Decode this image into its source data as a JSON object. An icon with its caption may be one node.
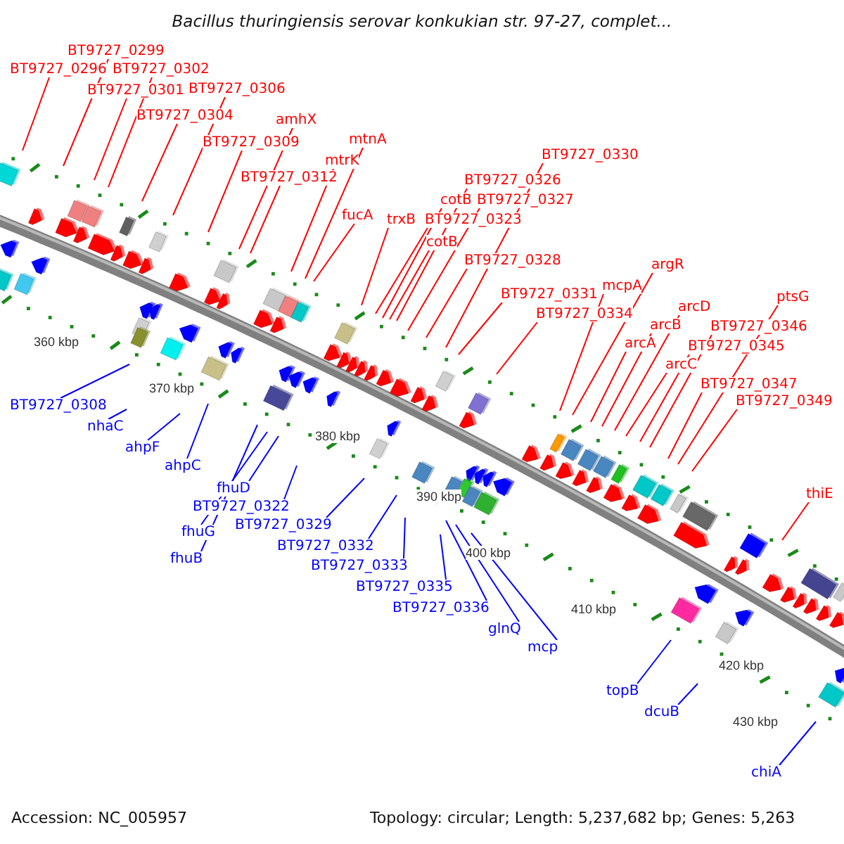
{
  "diagram": {
    "title": "Bacillus thuringiensis serovar konkukian str. 97-27, complet...",
    "nodes": [
      {
        "text": [
          "BT9727_0299"
        ]
      },
      {
        "text": [
          "BT9727_0296"
        ]
      },
      {
        "text": [
          "BT9727_0302"
        ]
      },
      {
        "text": [
          "BT9727_0301"
        ]
      },
      {
        "text": [
          "BT9727_0306"
        ]
      },
      {
        "text": [
          "BT9727_0304"
        ]
      },
      {
        "text": [
          "amhX"
        ]
      },
      {
        "text": [
          "BT9727_0309"
        ]
      },
      {
        "text": [
          "mtnA"
        ]
      },
      {
        "text": [
          "mtrK"
        ]
      },
      {
        "text": [
          "BT9727_0312"
        ]
      },
      {
        "text": [
          "fucA"
        ]
      },
      {
        "text": [
          "trxB"
        ]
      },
      {
        "text": [
          "BT9727_0330"
        ]
      },
      {
        "text": [
          "BT9727_0326"
        ]
      },
      {
        "text": [
          "cotB"
        ]
      },
      {
        "text": [
          "BT9727_0327"
        ]
      },
      {
        "text": [
          "BT9727_0323"
        ]
      },
      {
        "text": [
          "cotB"
        ]
      },
      {
        "text": [
          "BT9727_0328"
        ]
      },
      {
        "text": [
          "argR"
        ]
      },
      {
        "text": [
          "mcpA"
        ]
      },
      {
        "text": [
          "BT9727_0331"
        ]
      },
      {
        "text": [
          "BT9727_0334"
        ]
      },
      {
        "text": [
          "arcD"
        ]
      },
      {
        "text": [
          "ptsG"
        ]
      },
      {
        "text": [
          "arcB"
        ]
      },
      {
        "text": [
          "BT9727_0346"
        ]
      },
      {
        "text": [
          "arcA"
        ]
      },
      {
        "text": [
          "BT9727_0345"
        ]
      },
      {
        "text": [
          "arcC"
        ]
      },
      {
        "text": [
          "BT9727_0347"
        ]
      },
      {
        "text": [
          "BT9727_0349"
        ]
      },
      {
        "text": [
          "thiE"
        ]
      },
      {
        "text": [
          "BT9727_0308"
        ]
      },
      {
        "text": [
          "nhaC"
        ]
      },
      {
        "text": [
          "ahpF"
        ]
      },
      {
        "text": [
          "ahpC"
        ]
      },
      {
        "text": [
          "fhuD"
        ]
      },
      {
        "text": [
          "BT9727_0322"
        ]
      },
      {
        "text": [
          "BT9727_0329"
        ]
      },
      {
        "text": [
          "fhuG"
        ]
      },
      {
        "text": [
          "BT9727_0332"
        ]
      },
      {
        "text": [
          "fhuB"
        ]
      },
      {
        "text": [
          "BT9727_0333"
        ]
      },
      {
        "text": [
          "BT9727_0335"
        ]
      },
      {
        "text": [
          "BT9727_0336"
        ]
      },
      {
        "text": [
          "glnQ"
        ]
      },
      {
        "text": [
          "mcp"
        ]
      },
      {
        "text": [
          "topB"
        ]
      },
      {
        "text": [
          "dcuB"
        ]
      },
      {
        "text": [
          "chiA"
        ]
      }
    ],
    "edges": [
      {
        "from": 0,
        "to": null,
        "arrow": "none"
      },
      {
        "from": 1,
        "to": null,
        "arrow": "none"
      },
      {
        "from": 2,
        "to": null,
        "arrow": "none"
      },
      {
        "from": 3,
        "to": null,
        "arrow": "none"
      },
      {
        "from": 4,
        "to": null,
        "arrow": "none"
      },
      {
        "from": 5,
        "to": null,
        "arrow": "none"
      },
      {
        "from": 6,
        "to": null,
        "arrow": "none"
      },
      {
        "from": 7,
        "to": null,
        "arrow": "none"
      },
      {
        "from": 8,
        "to": null,
        "arrow": "none"
      },
      {
        "from": 9,
        "to": null,
        "arrow": "none"
      },
      {
        "from": 10,
        "to": null,
        "arrow": "none"
      },
      {
        "from": 11,
        "to": null,
        "arrow": "none"
      },
      {
        "from": 12,
        "to": null,
        "arrow": "none"
      },
      {
        "from": 13,
        "to": null,
        "arrow": "none"
      },
      {
        "from": 14,
        "to": null,
        "arrow": "none"
      },
      {
        "from": 15,
        "to": null,
        "arrow": "none"
      },
      {
        "from": 16,
        "to": null,
        "arrow": "none"
      },
      {
        "from": 17,
        "to": null,
        "arrow": "none"
      },
      {
        "from": 18,
        "to": null,
        "arrow": "none"
      },
      {
        "from": 19,
        "to": null,
        "arrow": "none"
      },
      {
        "from": 20,
        "to": null,
        "arrow": "none"
      },
      {
        "from": 21,
        "to": null,
        "arrow": "none"
      },
      {
        "from": 22,
        "to": null,
        "arrow": "none"
      },
      {
        "from": 23,
        "to": null,
        "arrow": "none"
      },
      {
        "from": 24,
        "to": null,
        "arrow": "none"
      },
      {
        "from": 25,
        "to": null,
        "arrow": "none"
      },
      {
        "from": 26,
        "to": null,
        "arrow": "none"
      },
      {
        "from": 27,
        "to": null,
        "arrow": "none"
      },
      {
        "from": 28,
        "to": null,
        "arrow": "none"
      },
      {
        "from": 29,
        "to": null,
        "arrow": "none"
      },
      {
        "from": 30,
        "to": null,
        "arrow": "none"
      },
      {
        "from": 31,
        "to": null,
        "arrow": "none"
      },
      {
        "from": 32,
        "to": null,
        "arrow": "none"
      },
      {
        "from": 33,
        "to": null,
        "arrow": "none"
      },
      {
        "from": 34,
        "to": null,
        "arrow": "none",
        "color": "#0000ff"
      },
      {
        "from": 35,
        "to": null,
        "arrow": "none",
        "color": "#0000ff"
      },
      {
        "from": 36,
        "to": null,
        "arrow": "none",
        "color": "#0000ff"
      },
      {
        "from": 37,
        "to": null,
        "arrow": "none",
        "color": "#0000ff"
      },
      {
        "from": 38,
        "to": null,
        "arrow": "none",
        "color": "#0000ff"
      },
      {
        "from": 39,
        "to": null,
        "arrow": "none",
        "color": "#0000ff"
      },
      {
        "from": 40,
        "to": null,
        "arrow": "none",
        "color": "#0000ff"
      },
      {
        "from": 41,
        "to": null,
        "arrow": "none",
        "color": "#0000ff"
      },
      {
        "from": 42,
        "to": null,
        "arrow": "none",
        "color": "#0000ff"
      },
      {
        "from": 43,
        "to": null,
        "arrow": "none",
        "color": "#0000ff"
      },
      {
        "from": 44,
        "to": null,
        "arrow": "none",
        "color": "#0000ff"
      },
      {
        "from": 45,
        "to": null,
        "arrow": "none",
        "color": "#0000ff"
      },
      {
        "from": 46,
        "to": null,
        "arrow": "none",
        "color": "#0000ff"
      },
      {
        "from": 47,
        "to": null,
        "arrow": "none",
        "color": "#0000ff"
      },
      {
        "from": 48,
        "to": null,
        "arrow": "none",
        "color": "#0000ff"
      },
      {
        "from": 49,
        "to": null,
        "arrow": "none",
        "color": "#0000ff"
      },
      {
        "from": 50,
        "to": null,
        "arrow": "none",
        "color": "#0000ff"
      },
      {
        "from": 51,
        "to": null,
        "arrow": "none",
        "color": "#0000ff"
      }
    ],
    "labels": [
      "360 kbp",
      "370 kbp",
      "380 kbp",
      "390 kbp",
      "400 kbp",
      "410 kbp",
      "420 kbp",
      "430 kbp",
      "Accession: NC_005957",
      "Topology: circular; Length: 5,237,682 bp; Genes: 5,263"
    ]
  }
}
